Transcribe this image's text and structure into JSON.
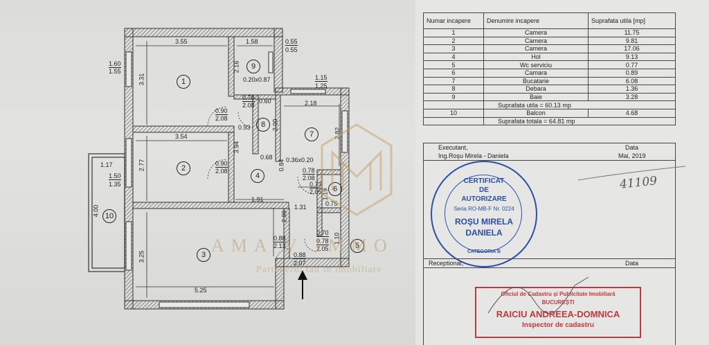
{
  "plan": {
    "dims": {
      "d355": "3.55",
      "d158": "1.58",
      "d055a": "0.55",
      "d055b": "0.55",
      "d160": "1.60",
      "d155": "1.55",
      "d331": "3.31",
      "d216": "2.16",
      "d020x087": "0.20x0.87",
      "d115": "1.15",
      "d125": "1.25",
      "d070": "0.70",
      "d208a": "2.08",
      "d060": "0.60",
      "d218": "2.18",
      "d090a": "0.90",
      "d208b": "2.08",
      "d093": "0.93",
      "d200": "2.00",
      "d282": "2.82",
      "d354": "3.54",
      "d394": "3.94",
      "d068": "0.68",
      "d036x020": "0.36x0.20",
      "d084": "0.84",
      "d078a": "0.78",
      "d208c": "2.08",
      "d117": "1.17",
      "d277": "2.77",
      "d090b": "0.90",
      "d208d": "2.08",
      "d150": "1.50",
      "d135": "1.35",
      "d073": "0.73",
      "d205a": "2.05",
      "d119": "1.19",
      "d075": "0.75",
      "d191": "1.91",
      "d131": "1.31",
      "d400": "4.00",
      "d299": "2.99",
      "d070b": "0.70",
      "d078b": "0.78",
      "d205b": "2.05",
      "d110": "1.10",
      "d088a": "0.88",
      "d213": "2.13",
      "d088b": "0.88",
      "d207": "2.07",
      "d325": "3.25",
      "d525": "5.25"
    },
    "rooms": [
      "1",
      "2",
      "3",
      "4",
      "5",
      "6",
      "7",
      "8",
      "9",
      "10"
    ]
  },
  "table": {
    "headers": [
      "Numar incapere",
      "Denumire incapere",
      "Suprafata utila [mp]"
    ],
    "rows": [
      {
        "n": "1",
        "name": "Camera",
        "area": "11.75"
      },
      {
        "n": "2",
        "name": "Camera",
        "area": "9.81"
      },
      {
        "n": "3",
        "name": "Camera",
        "area": "17.06"
      },
      {
        "n": "4",
        "name": "Hol",
        "area": "9.13"
      },
      {
        "n": "5",
        "name": "Wc serviciu",
        "area": "0.77"
      },
      {
        "n": "6",
        "name": "Camara",
        "area": "0.89"
      },
      {
        "n": "7",
        "name": "Bucatarie",
        "area": "6.08"
      },
      {
        "n": "8",
        "name": "Debara",
        "area": "1.36"
      },
      {
        "n": "9",
        "name": "Baie",
        "area": "3.28"
      }
    ],
    "useful_total": "Suprafata utila = 60.13 mp",
    "balcony": {
      "n": "10",
      "name": "Balcon",
      "area": "4.68"
    },
    "grand_total": "Suprafata totala = 64.81 mp"
  },
  "executant": {
    "label": "Executant,",
    "date_label": "Data",
    "name": "Ing.Roşu Mirela - Daniela",
    "date": "Mai, 2019"
  },
  "receptionat": {
    "label": "Receptionat,",
    "date_label": "Data"
  },
  "handwritten": "41109",
  "stamp_round": {
    "l1": "CERTIFICAT",
    "l2": "DE",
    "l3": "AUTORIZARE",
    "l4": "Seria RO-MB-F Nr. 0224",
    "l5": "ROŞU MIRELA",
    "l6": "DANIELA",
    "l7": "CATEGORIA B"
  },
  "stamp_rect": {
    "l1": "Oficiul de Cadastru și Publicitate Imobiliară",
    "l2": "BUCUREȘTI",
    "l3": "RAICIU ANDREEA-DOMNICA",
    "l4": "Inspector de cadastru"
  },
  "watermark": {
    "name": "AMA   V  IMMO",
    "tagline": "Partenerul tău in imobiliare"
  },
  "colors": {
    "wall": "#8e8e8e",
    "ink": "#222222",
    "stamp_blue": "#2a4ea8",
    "stamp_red": "#c2383a"
  }
}
